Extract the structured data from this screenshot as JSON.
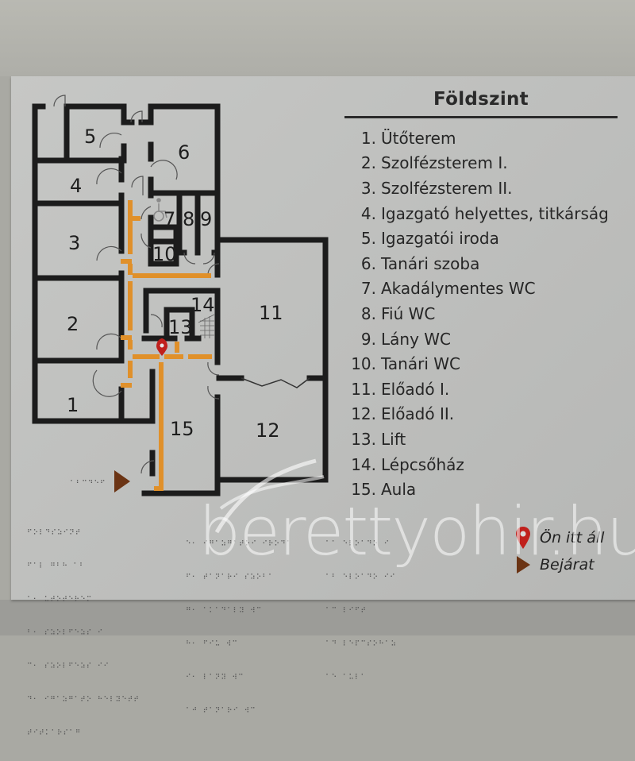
{
  "sign": {
    "title": "Földszint",
    "legend": [
      {
        "num": "1.",
        "label": "Ütőterem"
      },
      {
        "num": "2.",
        "label": "Szolfézsterem I."
      },
      {
        "num": "3.",
        "label": "Szolfézsterem II."
      },
      {
        "num": "4.",
        "label": "Igazgató helyettes, titkárság"
      },
      {
        "num": "5.",
        "label": "Igazgatói iroda"
      },
      {
        "num": "6.",
        "label": "Tanári szoba"
      },
      {
        "num": "7.",
        "label": "Akadálymentes WC"
      },
      {
        "num": "8.",
        "label": "Fiú WC"
      },
      {
        "num": "9.",
        "label": "Lány WC"
      },
      {
        "num": "10.",
        "label": "Tanári WC"
      },
      {
        "num": "11.",
        "label": "Előadó I."
      },
      {
        "num": "12.",
        "label": "Előadó II."
      },
      {
        "num": "13.",
        "label": "Lift"
      },
      {
        "num": "14.",
        "label": "Lépcsőház"
      },
      {
        "num": "15.",
        "label": "Aula"
      }
    ],
    "key": [
      {
        "icon": "map-pin-icon",
        "label": "Ön itt áll",
        "color": "#c0201c"
      },
      {
        "icon": "entrance-triangle-icon",
        "label": "Bejárat",
        "color": "#6b3414"
      }
    ]
  },
  "plan": {
    "room_labels": [
      "1",
      "2",
      "3",
      "4",
      "5",
      "6",
      "7",
      "8",
      "9",
      "10",
      "11",
      "12",
      "13",
      "14",
      "15"
    ],
    "route_color": "#e0902a",
    "wall_color": "#1c1c1c"
  },
  "braille": {
    "entrance": "⠁⠃⠉⠙⠑⠋",
    "block_left": [
      "⠋⠕⠇⠙⠎⠵⠊⠝⠞",
      "⠋⠁⠇ ⠛⠃⠓ ⠁⠃",
      "⠁⠂ ⠥⠞⠕⠞⠑⠗⠑⠍",
      "⠃⠂ ⠎⠵⠕⠇⠋⠑⠵⠎ ⠊",
      "⠉⠂ ⠎⠵⠕⠇⠋⠑⠵⠎ ⠊⠊",
      "⠙⠂ ⠊⠛⠁⠵⠛⠁⠞⠕ ⠓⠑⠇⠽⠑⠞⠞",
      "⠞⠊⠞⠅⠁⠗⠎⠁⠛"
    ],
    "block_mid": [
      "⠑⠂ ⠊⠛⠁⠵⠛⠁⠞⠕⠊ ⠊⠗⠕⠙⠁",
      "⠋⠂ ⠞⠁⠝⠁⠗⠊ ⠎⠵⠕⠃⠁",
      "⠛⠂ ⠁⠅⠁⠙⠁⠇⠽ ⠺⠉",
      "⠓⠂ ⠋⠊⠥ ⠺⠉",
      "⠊⠂ ⠇⠁⠝⠽ ⠺⠉",
      "⠁⠚ ⠞⠁⠝⠁⠗⠊ ⠺⠉"
    ],
    "block_right": [
      "⠁⠁ ⠑⠇⠕⠁⠙⠕ ⠊",
      "⠁⠃ ⠑⠇⠕⠁⠙⠕ ⠊⠊",
      "⠁⠉ ⠇⠊⠋⠞",
      "⠁⠙ ⠇⠑⠏⠉⠎⠕⠓⠁⠵",
      "⠁⠑ ⠁⠥⠇⠁"
    ]
  },
  "watermark": "berettyohir.hu"
}
